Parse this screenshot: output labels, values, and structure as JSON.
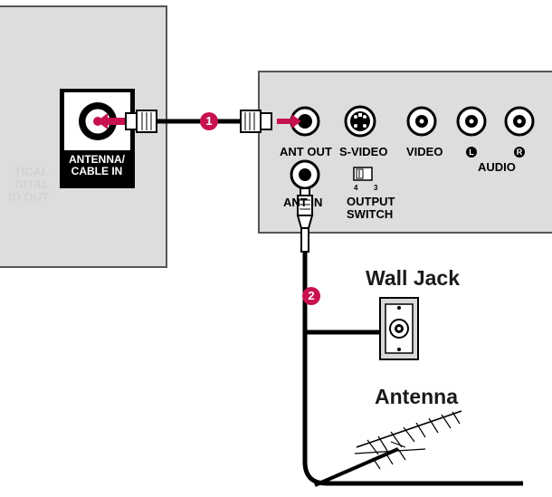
{
  "tv": {
    "input_label_line1": "ANTENNA/",
    "input_label_line2": "CABLE IN",
    "cut_label_line1": "TICAL",
    "cut_label_line2": "GITAL",
    "cut_label_line3": "IO OUT"
  },
  "device": {
    "ant_out": "ANT OUT",
    "s_video": "S-VIDEO",
    "video": "VIDEO",
    "left_mark": "L",
    "right_mark": "R",
    "audio": "AUDIO",
    "ant_in": "ANT IN",
    "switch_pos_a": "4",
    "switch_pos_b": "3",
    "output_switch_line1": "OUTPUT",
    "output_switch_line2": "SWITCH"
  },
  "steps": {
    "step1": "1",
    "step2": "2"
  },
  "labels": {
    "wall_jack": "Wall Jack",
    "antenna": "Antenna"
  },
  "colors": {
    "accent": "#c8124f",
    "panel": "#dddddd",
    "outline": "#555555"
  }
}
